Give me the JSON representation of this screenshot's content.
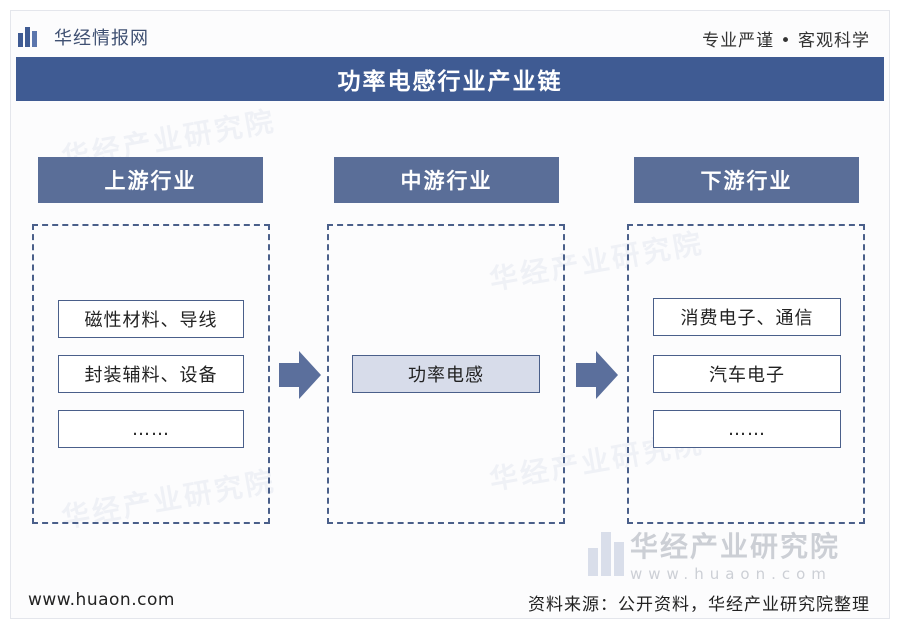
{
  "header": {
    "brand": "华经情报网",
    "tagline": "专业严谨 • 客观科学"
  },
  "title": "功率电感行业产业链",
  "columns": [
    {
      "label": "上游行业",
      "items": [
        "磁性材料、导线",
        "封装辅料、设备",
        "……"
      ]
    },
    {
      "label": "中游行业",
      "items": [
        "功率电感"
      ]
    },
    {
      "label": "下游行业",
      "items": [
        "消费电子、通信",
        "汽车电子",
        "……"
      ]
    }
  ],
  "watermarks": {
    "text": "华经产业研究院",
    "brand_cn": "华经产业研究院",
    "brand_en": "www.huaon.com"
  },
  "footer": {
    "url": "www.huaon.com",
    "source": "资料来源：公开资料，华经产业研究院整理"
  },
  "colors": {
    "title_bar": "#3f5b93",
    "column_header": "#5a6e98",
    "core_item_fill": "#d7dcea",
    "arrow": "#5b6f9c"
  },
  "icons": [
    "bar-chart-logo-icon",
    "right-arrow-icon"
  ]
}
